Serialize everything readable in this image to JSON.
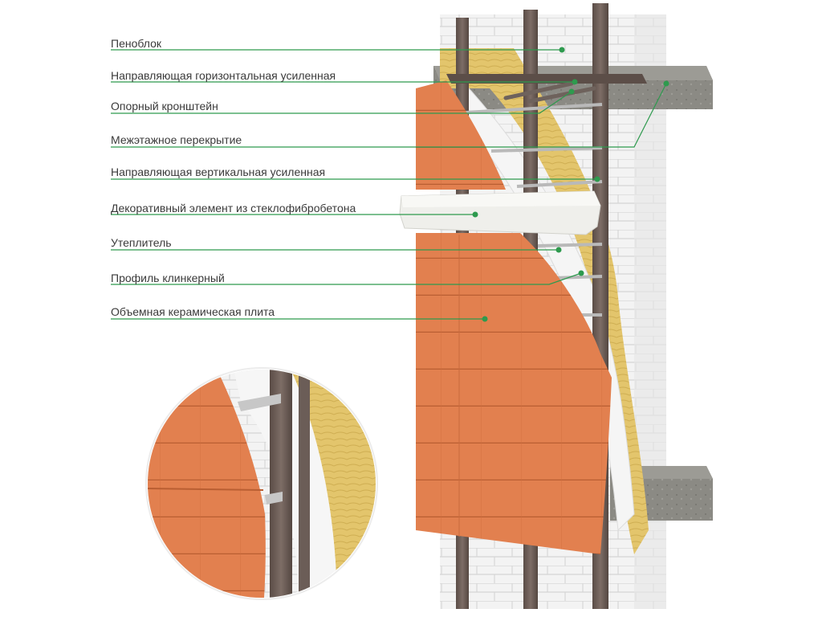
{
  "colors": {
    "leader_line": "#2e9a4e",
    "tile": "#e2804f",
    "tile_seam": "#c96a3c",
    "profile": "#6b5c55",
    "insulation": "#e2c46a",
    "wall_block": "#f1f1f1",
    "slab": "#8c8c86",
    "membrane": "#f4f4f4"
  },
  "labels": [
    "Пеноблок",
    "Направляющая горизонтальная усиленная",
    "Опорный кронштейн",
    "Межэтажное перекрытие",
    "Направляющая вертикальная усиленная",
    "Декоративный элемент из стеклофибробетона",
    "Утеплитель",
    "Профиль клинкерный",
    "Объемная керамическая плита"
  ]
}
